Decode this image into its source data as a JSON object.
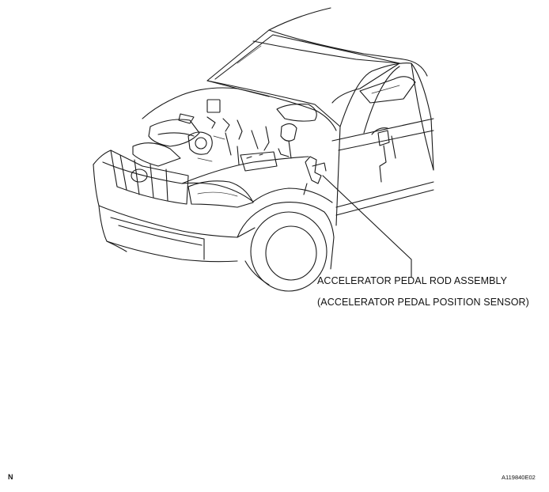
{
  "labels": {
    "part_name": "ACCELERATOR PEDAL ROD ASSEMBLY",
    "part_subname": "(ACCELERATOR PEDAL POSITION SENSOR)",
    "corner_left": "N",
    "figure_code": "A119840E02"
  }
}
